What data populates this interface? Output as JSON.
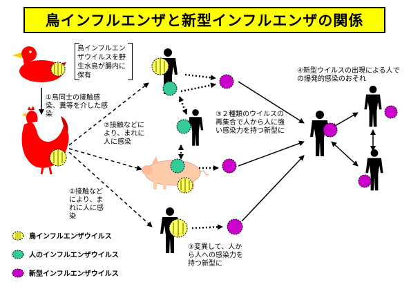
{
  "title": "鳥インフルエンザと新型インフルエンザの関係",
  "note": "鳥インフルエンザウイルスを野生水鳥が腸内に保有",
  "labels": {
    "l1": "①鳥同士の接触感染、糞等を介した感染",
    "l2a": "②接触などにより、まれに人に感染",
    "l2b": "②接触などにより、まれに人に感染",
    "l3": "③２種類のウイルスの再集合で人から人に強い感染力を持つ新型に",
    "l3b": "③変異して、人から人への感染力を持つ新型に",
    "l4": "④新型ウイルスの出現による人での爆発的感染のおそれ"
  },
  "legend": [
    {
      "label": "鳥インフルエンザウイルス",
      "icon": "bird-virus-icon"
    },
    {
      "label": "人のインフルエンザウイルス",
      "icon": "human-virus-icon"
    },
    {
      "label": "新型インフルエンザウイルス",
      "icon": "new-virus-icon"
    }
  ],
  "colors": {
    "title_bg": "#ffff00",
    "bird_virus": "#ffff66",
    "human_virus": "#33cc99",
    "new_virus": "#cc00cc",
    "duck": "#ff0000",
    "duck_bill": "#ffcc00",
    "rooster": "#ff0000",
    "pig": "#ffccaa"
  }
}
